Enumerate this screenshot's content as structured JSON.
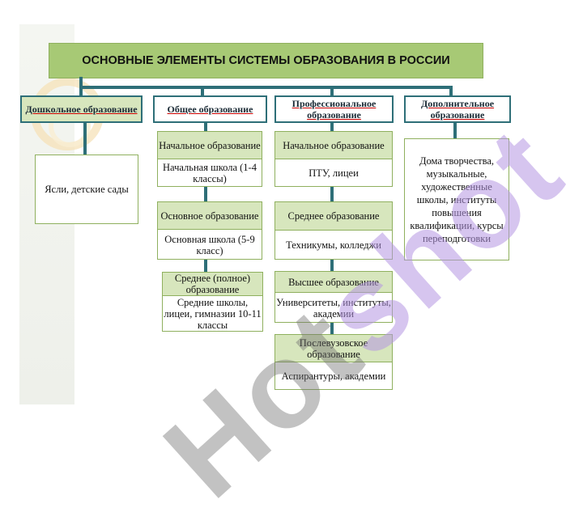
{
  "title": "ОСНОВНЫЕ ЭЛЕМЕНТЫ СИСТЕМЫ  ОБРАЗОВАНИЯ В РОССИИ",
  "watermark": "Hotshot",
  "categories": [
    {
      "label": "Дошкольное образование"
    },
    {
      "label": "Общее образование"
    },
    {
      "label": "Профессиональное образование"
    },
    {
      "label": "Дополнительное образование"
    }
  ],
  "preschool": {
    "text": "Ясли, детские сады"
  },
  "general": [
    {
      "head": "Начальное образование",
      "body": "Начальная школа (1-4 классы)"
    },
    {
      "head": "Основное образование",
      "body": "Основная школа (5-9 класс)"
    },
    {
      "head": "Среднее (полное) образование",
      "body": "Средние школы, лицеи, гимназии 10-11 классы"
    }
  ],
  "professional": [
    {
      "head": "Начальное образование",
      "body": "ПТУ, лицеи"
    },
    {
      "head": "Среднее образование",
      "body": "Техникумы, колледжи"
    },
    {
      "head": "Высшее образование",
      "body": "Университеты, институты, академии"
    },
    {
      "head": "Послевузовское образование",
      "body": "Аспирантуры, академии"
    }
  ],
  "additional": {
    "text": "Дома творчества, музыкальные, художественные школы, институты повышения квалификации, курсы переподготовки"
  }
}
